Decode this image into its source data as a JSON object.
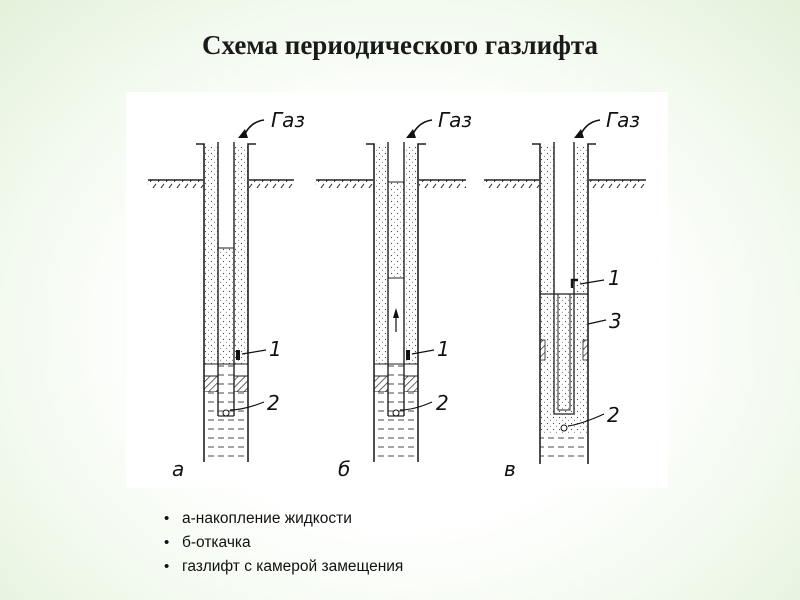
{
  "title": "Схема периодического газлифта",
  "figure": {
    "gas_label": "Газ",
    "panels": [
      {
        "letter": "а",
        "callouts": [
          "1",
          "2"
        ]
      },
      {
        "letter": "б",
        "callouts": [
          "1",
          "2"
        ]
      },
      {
        "letter": "в",
        "callouts": [
          "1",
          "3",
          "2"
        ]
      }
    ]
  },
  "bullets": [
    "а-накопление жидкости",
    "б-откачка",
    "газлифт с камерой замещения"
  ]
}
